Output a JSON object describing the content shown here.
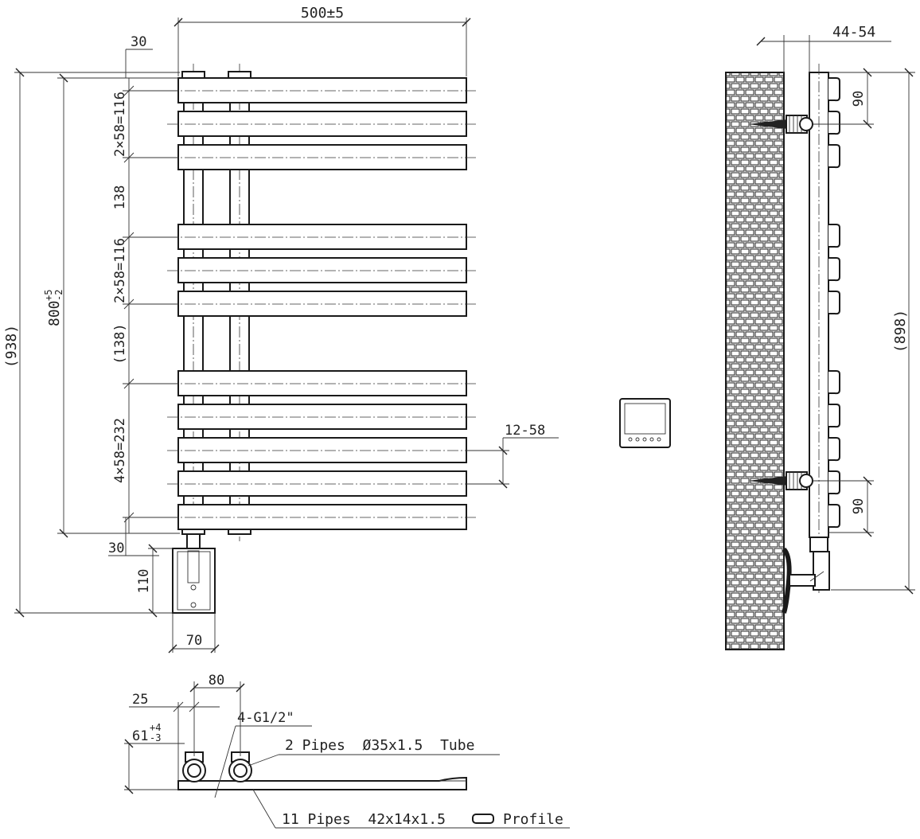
{
  "diagram": {
    "front_view": {
      "width_dim": "500±5",
      "top_offset": "30",
      "bottom_offset": "30",
      "overall_height": "(938)",
      "height_main": "800",
      "height_tol_plus": "+5",
      "height_tol_minus": "-2",
      "group_spacing_1": "2×58=116",
      "gap_1": "138",
      "group_spacing_2": "2×58=116",
      "gap_2": "(138)",
      "group_spacing_3": "4×58=232",
      "bar_gap": "12-58",
      "box_height": "110",
      "box_width": "70"
    },
    "side_view": {
      "wall_distance": "44-54",
      "top_bracket": "90",
      "bottom_bracket": "90",
      "overall_height": "(898)"
    },
    "top_view": {
      "pipe_spacing": "80",
      "edge_offset": "25",
      "depth_main": "61",
      "depth_tol_plus": "+4",
      "depth_tol_minus": "-3",
      "connection": "4-G1/2\"",
      "vertical_pipes": "2 Pipes  Ø35x1.5  Tube",
      "horizontal_pipes": "11 Pipes  42x14x1.5",
      "profile_label": "Profile"
    }
  }
}
